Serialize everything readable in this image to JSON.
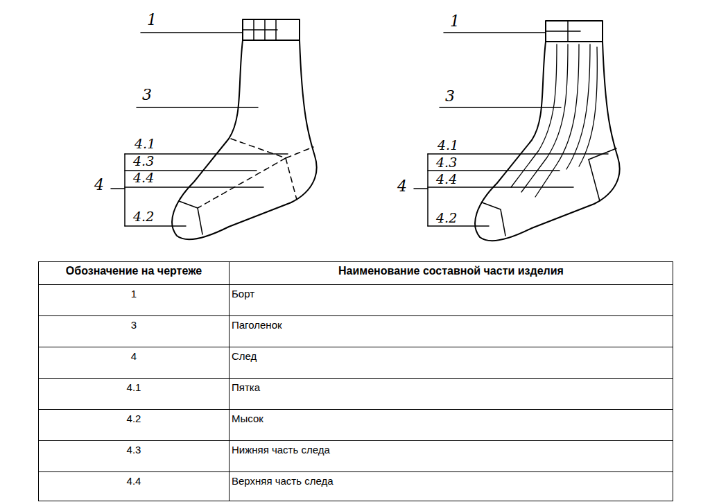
{
  "diagram": {
    "labels": [
      "1",
      "3",
      "4.1",
      "4.3",
      "4.4",
      "4.2",
      "4",
      "1",
      "3",
      "4.1",
      "4.3",
      "4.4",
      "4.2",
      "4",
      "Обозначение на чертеже",
      "Наименование составной части изделия",
      "1",
      "Борт",
      "3",
      "Паголенок",
      "4",
      "След",
      "4.1",
      "Пятка",
      "4.2",
      "Мысок",
      "4.3",
      "Нижняя часть следа",
      "4.4",
      "Верхняя часть следа"
    ]
  }
}
